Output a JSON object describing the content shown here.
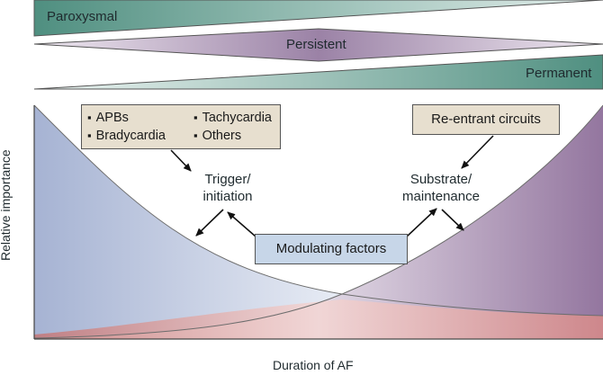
{
  "bands": {
    "paroxysmal": "Paroxysmal",
    "persistent": "Persistent",
    "permanent": "Permanent"
  },
  "axes": {
    "ylabel": "Relative importance",
    "xlabel": "Duration of AF"
  },
  "trigger_box": {
    "items": [
      "APBs",
      "Tachycardia",
      "Bradycardia",
      "Others"
    ]
  },
  "reentrant_box": "Re-entrant circuits",
  "modulating_box": "Modulating factors",
  "trigger_label": [
    "Trigger/",
    "initiation"
  ],
  "substrate_label": [
    "Substrate/",
    "maintenance"
  ],
  "colors": {
    "teal": "#4f8f80",
    "purple": "#8e6f9a",
    "blue_curve": "#a9b7d6",
    "red_band": "#d88a88",
    "tan_box": "#e7dfcf",
    "blue_box": "#c7d6e8"
  }
}
